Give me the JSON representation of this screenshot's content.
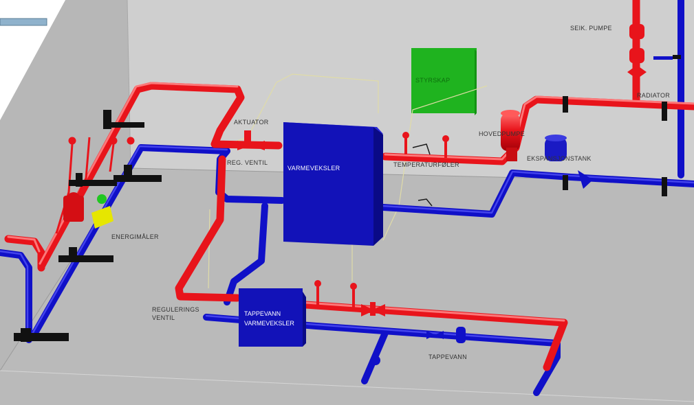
{
  "labels": {
    "shunt_pump": "SEIK. PUMPE",
    "control_cabinet": "STYRSKAP",
    "radiator": "RADIATOR",
    "actuator": "AKTUATOR",
    "main_pump": "HOVEDPUMPE",
    "expansion_tank": "EKSPANSJONSTANK",
    "control_valve": "REG. VENTIL",
    "heat_exchanger": "VARMEVEKSLER",
    "temperature_sensor": "TEMPERATURFØLER",
    "energy_meter": "ENERGIMÅLER",
    "regulating_valve_line1": "REGULERINGS",
    "regulating_valve_line2": "VENTIL",
    "tap_water_hx_line1": "TAPPEVANN",
    "tap_water_hx_line2": "VARMEVEKSLER",
    "tap_water": "TAPPEVANN"
  },
  "colors": {
    "supply_pipe": "#e8141b",
    "return_pipe": "#1010c8",
    "equipment": "#1212b8",
    "control_cabinet": "#1fb31f",
    "energy_meter": "#e6e600",
    "floor": "#b9b9b9",
    "wall": "#cfcfcf"
  }
}
